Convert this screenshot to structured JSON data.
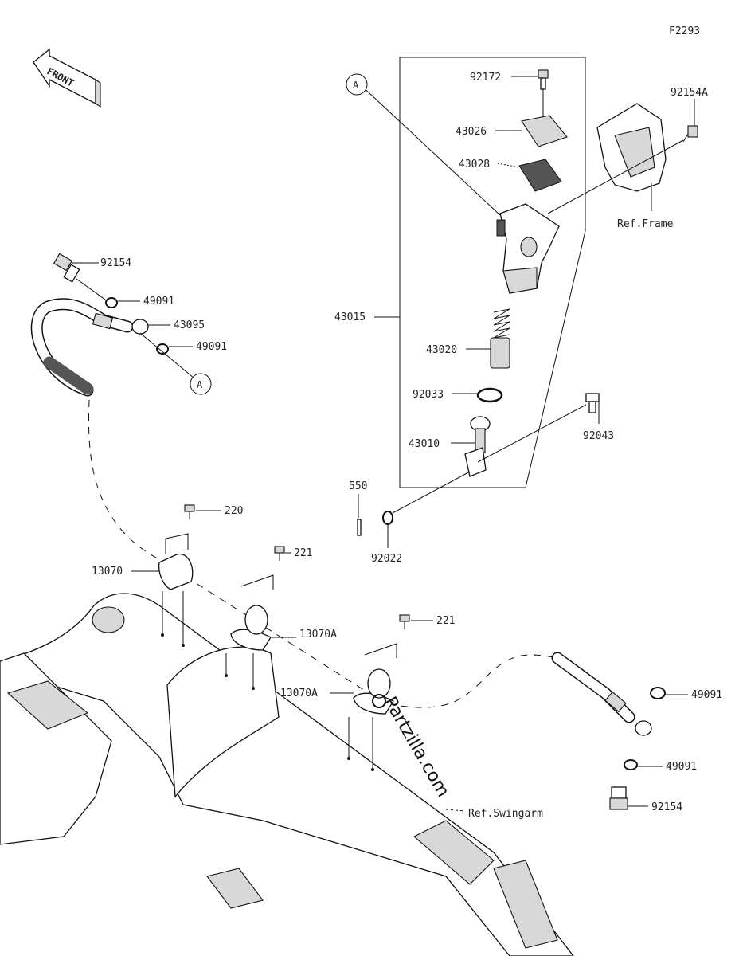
{
  "figure_code": "F2293",
  "front_label": "FRONT",
  "watermark": "Partzilla.com",
  "callouts": {
    "c92172": "92172",
    "c43026": "43026",
    "c43028": "43028",
    "c92154A": "92154A",
    "c43015": "43015",
    "c43020": "43020",
    "c92033": "92033",
    "c43010": "43010",
    "c92043": "92043",
    "c550": "550",
    "c92022": "92022",
    "c92154_top": "92154",
    "c49091_a": "49091",
    "c43095": "43095",
    "c49091_b": "49091",
    "c220": "220",
    "c221_a": "221",
    "c13070": "13070",
    "c13070A_a": "13070A",
    "c221_b": "221",
    "c13070A_b": "13070A",
    "c49091_c": "49091",
    "c49091_d": "49091",
    "c92154_bottom": "92154"
  },
  "refs": {
    "frame": "Ref.Frame",
    "swingarm": "Ref.Swingarm",
    "marker_a": "A"
  }
}
